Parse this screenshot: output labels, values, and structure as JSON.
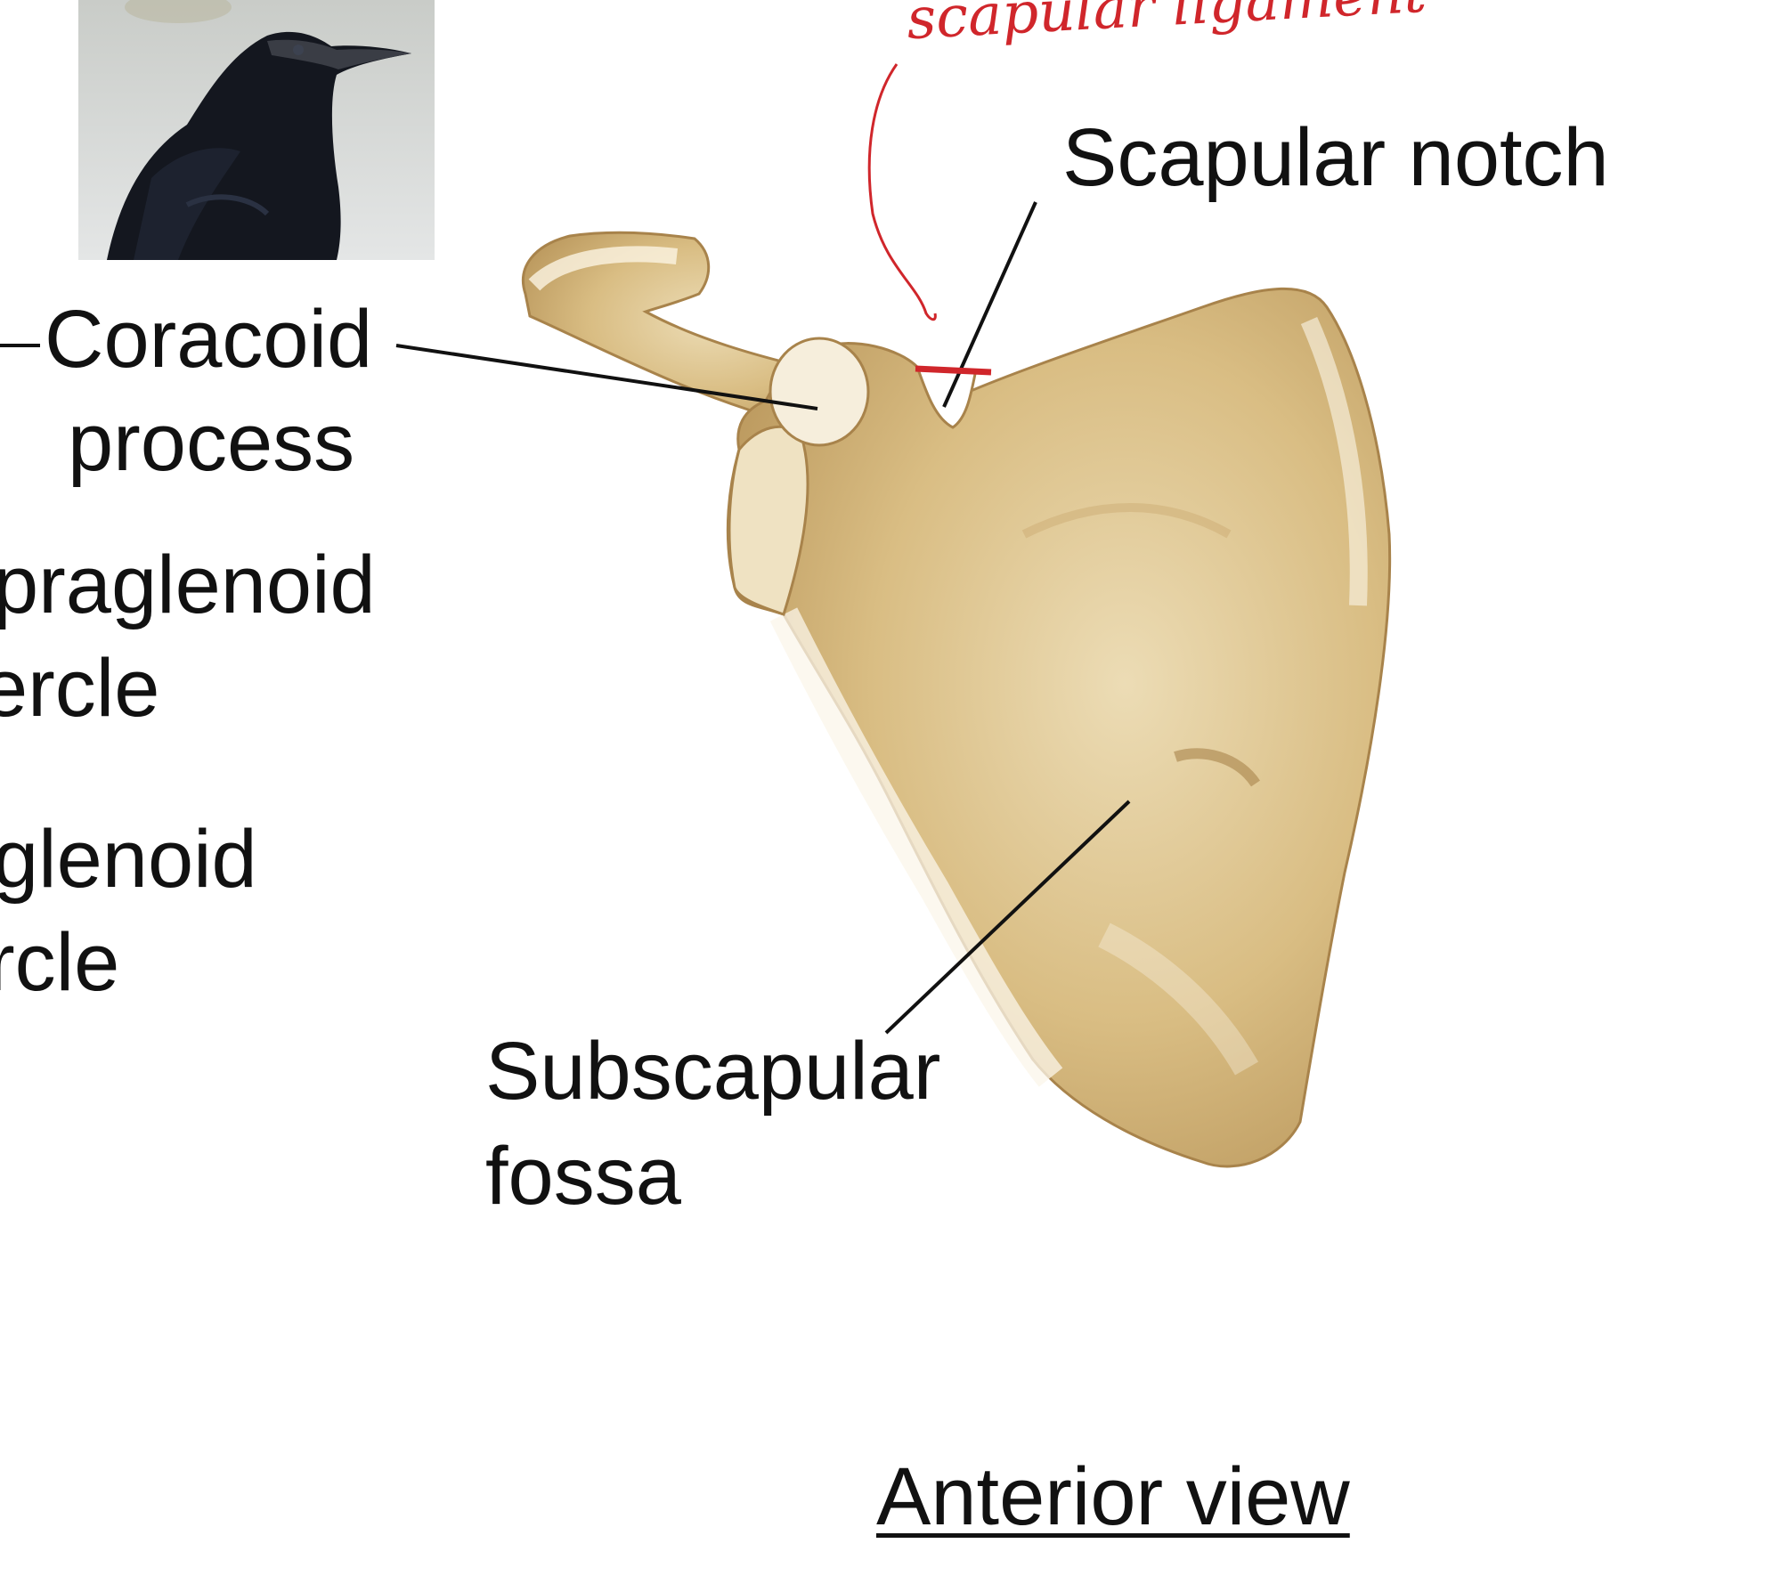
{
  "labels": {
    "coracoid_line1": "Coracoid",
    "coracoid_line2": "process",
    "supraglenoid_line1": "praglenoid",
    "supraglenoid_line2": "ercle",
    "infraglenoid_line1": "glenoid",
    "infraglenoid_line2": "rcle",
    "scapular_notch": "Scapular notch",
    "subscapular_line1": "Subscapular",
    "subscapular_line2": "fossa",
    "view_title": "Anterior view"
  },
  "annotation": {
    "handwritten_text": "scapular ligament",
    "color": "#d0262b"
  },
  "colors": {
    "bone": "#d9bd83",
    "bone_highlight": "#f4ead5",
    "leader_line": "#111111"
  },
  "icons": {
    "photo": "crow-photo"
  }
}
